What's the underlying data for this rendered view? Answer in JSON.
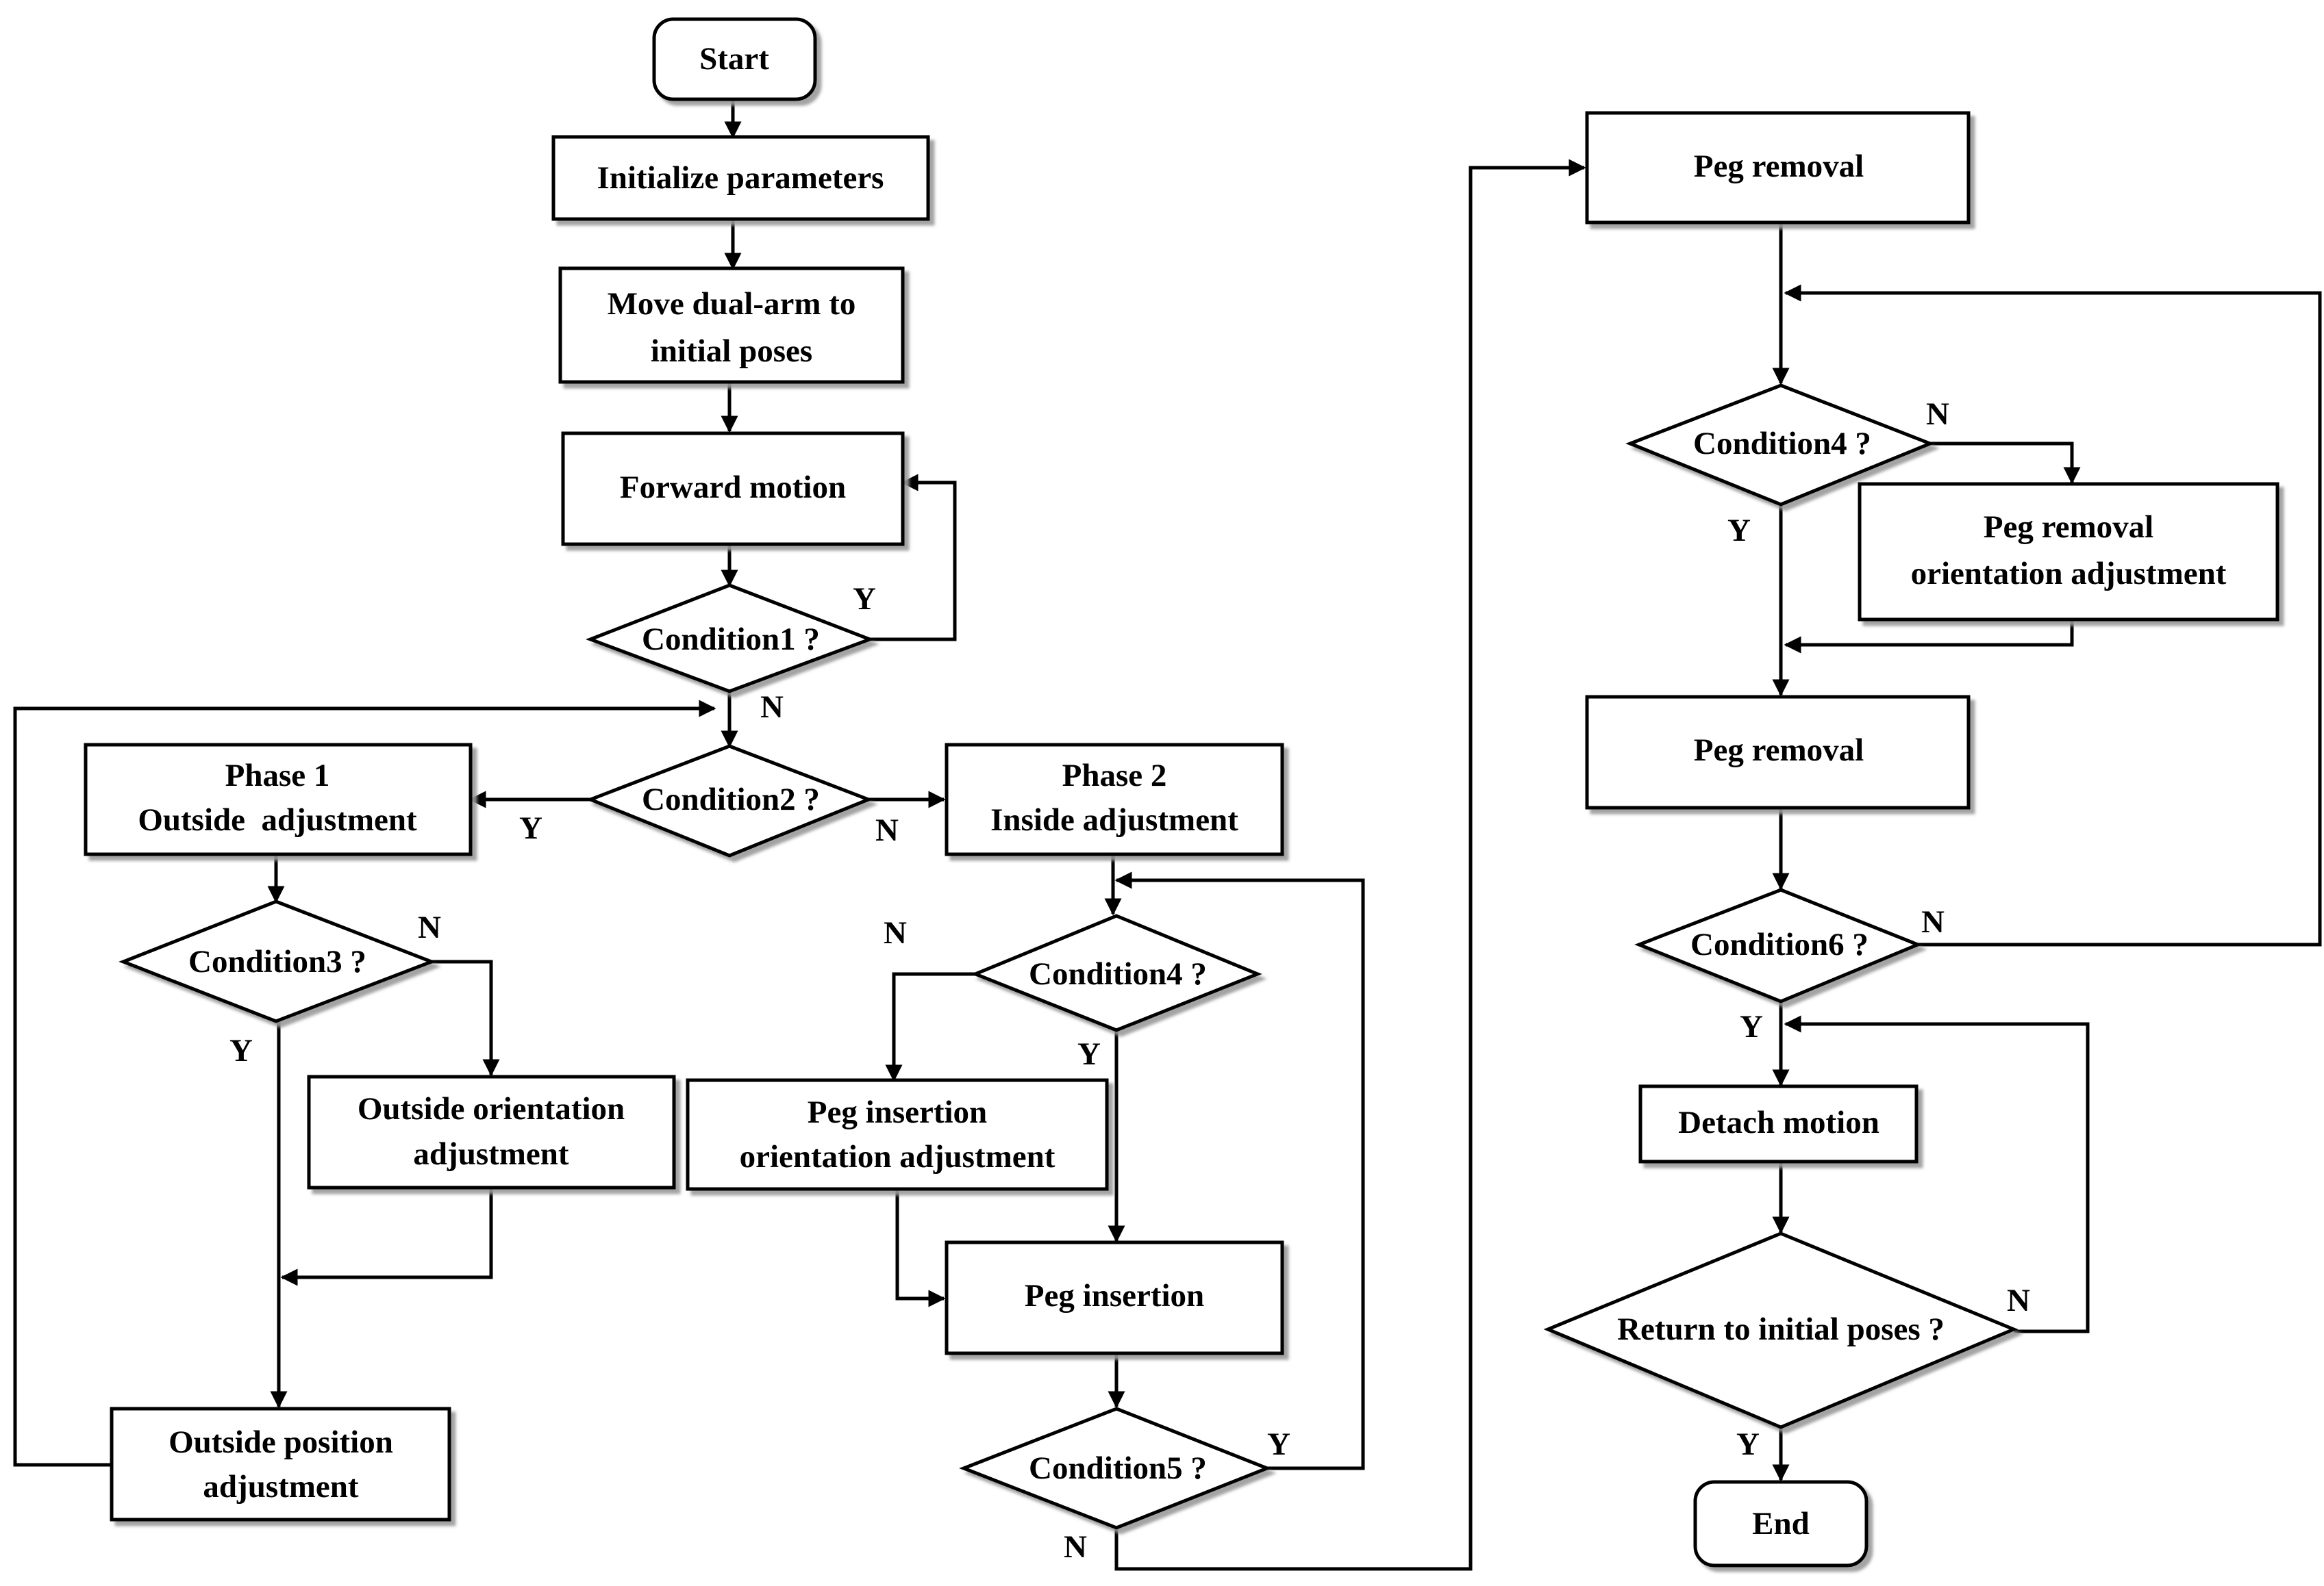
{
  "nodes": {
    "start": "Start",
    "init_params": "Initialize parameters",
    "move_dual_arm_l1": "Move dual-arm to",
    "move_dual_arm_l2": "initial poses",
    "forward_motion": "Forward motion",
    "condition1": "Condition1 ?",
    "condition2": "Condition2 ?",
    "phase1_l1": "Phase 1",
    "phase1_l2": "Outside  adjustment",
    "phase2_l1": "Phase 2",
    "phase2_l2": "Inside adjustment",
    "condition3": "Condition3 ?",
    "outside_orient_l1": "Outside orientation",
    "outside_orient_l2": "adjustment",
    "outside_pos_l1": "Outside position",
    "outside_pos_l2": "adjustment",
    "condition4_left": "Condition4 ?",
    "peg_ins_orient_l1": "Peg insertion",
    "peg_ins_orient_l2": "orientation adjustment",
    "peg_insertion": "Peg insertion",
    "condition5": "Condition5 ?",
    "peg_removal_top": "Peg removal",
    "condition4_right": "Condition4 ?",
    "peg_rem_orient_l1": "Peg removal",
    "peg_rem_orient_l2": "orientation adjustment",
    "peg_removal_mid": "Peg removal",
    "condition6": "Condition6 ?",
    "detach_motion": "Detach motion",
    "return_initial": "Return to initial poses ?",
    "end": "End"
  },
  "edge_labels": {
    "c1_yes": "Y",
    "c1_no": "N",
    "c2_yes": "Y",
    "c2_no": "N",
    "c3_no": "N",
    "c3_yes": "Y",
    "c4l_no": "N",
    "c4l_yes": "Y",
    "c5_yes": "Y",
    "c5_no": "N",
    "c4r_no": "N",
    "c4r_yes": "Y",
    "c6_no": "N",
    "c6_yes": "Y",
    "ret_no": "N",
    "ret_yes": "Y"
  }
}
